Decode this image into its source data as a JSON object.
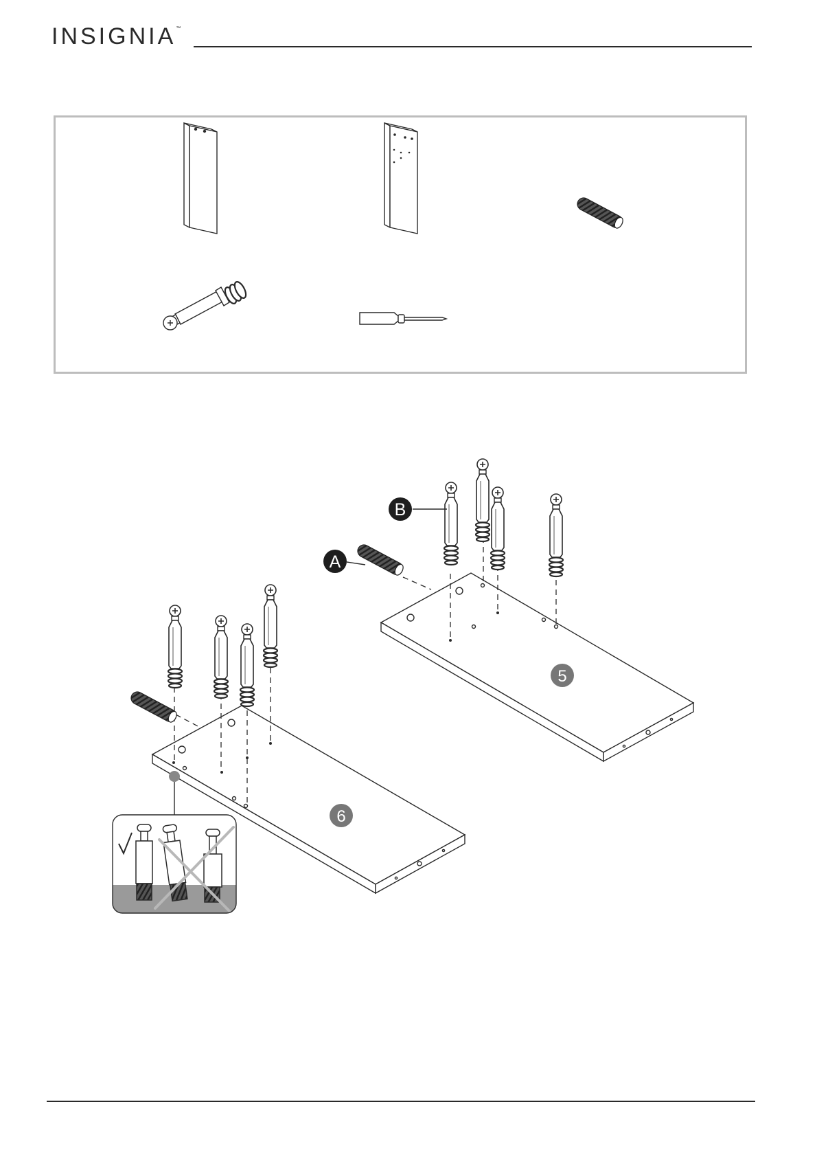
{
  "header": {
    "brand": "INSIGNIA",
    "trademark": "™"
  },
  "callouts": {
    "a": "A",
    "b": "B"
  },
  "panels": {
    "top": "5",
    "bottom": "6"
  },
  "colors": {
    "ink": "#2a2a2a",
    "frame": "#bdbdbd",
    "badge": "#777777",
    "callout": "#1e1e1e",
    "inset_floor": "#9a9a9a"
  },
  "icons": [
    "panel-plain-icon",
    "panel-drilled-icon",
    "wood-dowel-icon",
    "cam-bolt-icon",
    "phillips-screwdriver-icon",
    "checkmark-icon",
    "cross-icon"
  ]
}
